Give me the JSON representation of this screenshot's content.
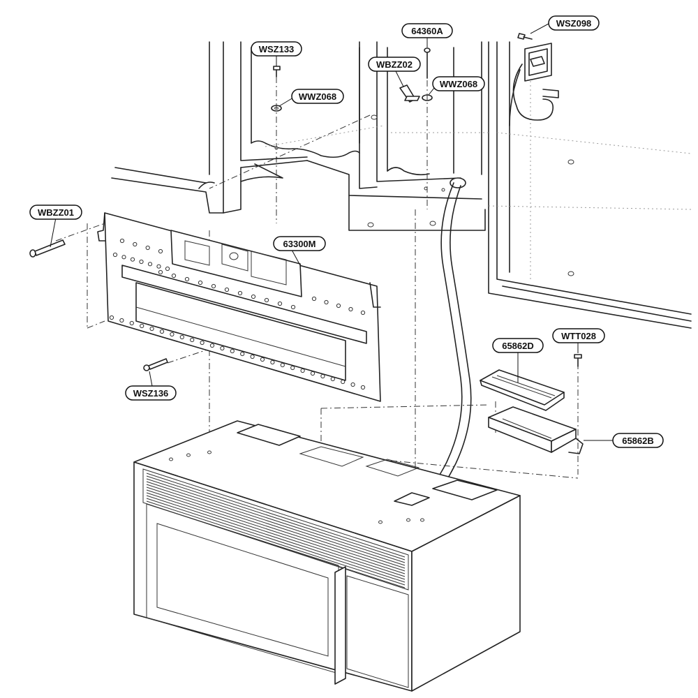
{
  "labels": {
    "wsz098": "WSZ098",
    "p64360a": "64360A",
    "wsz133": "WSZ133",
    "wbzz02": "WBZZ02",
    "wwz068_left": "WWZ068",
    "wwz068_right": "WWZ068",
    "wbzz01": "WBZZ01",
    "p63300m": "63300M",
    "p65862d": "65862D",
    "wtt028": "WTT028",
    "p65862b": "65862B",
    "wsz136": "WSZ136"
  }
}
